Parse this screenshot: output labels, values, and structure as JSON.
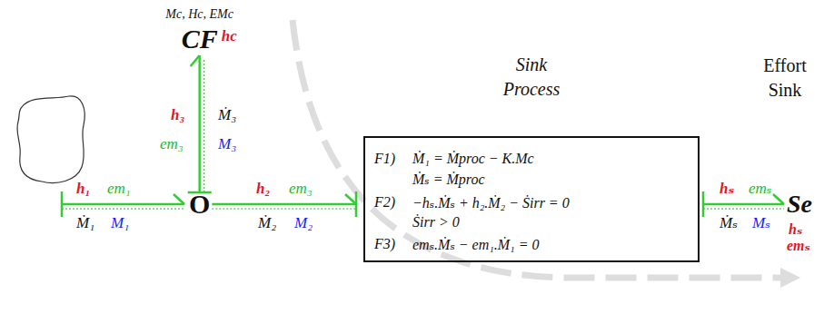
{
  "diagram": {
    "nodes": [
      {
        "text": [
          "Mc, Hc, EMc",
          "CF",
          "hc"
        ]
      },
      {
        "text": [
          "O"
        ]
      },
      {
        "text": [
          "Sink Process",
          "F1)",
          "Ṁ₁ = Ṁproc − K.Mc",
          "Ṁₛ = Ṁproc",
          "F2)",
          "−hₛ.Ṁₛ + h₂.Ṁ₂ − Ṡirr = 0",
          "Ṡirr > 0",
          "F3)",
          "emₛ.Ṁₛ − em₁.Ṁ₁ = 0"
        ]
      },
      {
        "text": [
          "Effort Sink",
          "Se",
          "hₛ",
          "emₛ"
        ]
      }
    ],
    "edges": [
      {
        "from": 1,
        "to": 0,
        "arrow": "to"
      },
      {
        "from": 1,
        "to": 2,
        "arrow": "to"
      },
      {
        "from": 2,
        "to": 3,
        "arrow": "to"
      }
    ],
    "labels": [
      "h₁",
      "em₁",
      "Ṁ₁",
      "M₁",
      "h₃",
      "em₃",
      "Ṁ₃",
      "M₃",
      "h₂",
      "em₃",
      "Ṁ₂",
      "M₂",
      "hₛ",
      "emₛ",
      "Ṁₛ",
      "Mₛ"
    ]
  }
}
